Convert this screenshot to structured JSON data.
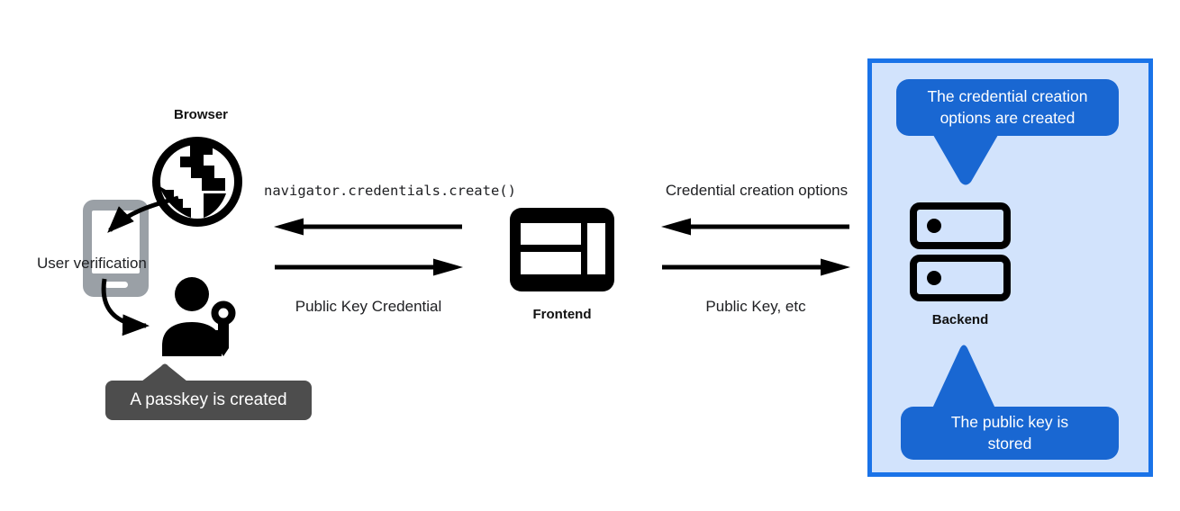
{
  "colors": {
    "icon_black": "#000000",
    "text": "#202124",
    "phone_gray": "#9aa0a6",
    "tooltip_gray": "#4d4d4d",
    "bubble_blue": "#1967d2",
    "panel_border_blue": "#1a73e8",
    "panel_bg_blue": "#d2e3fc"
  },
  "left": {
    "browser_label": "Browser",
    "user_verification_label": "User verification",
    "passkey_tooltip": "A passkey is created"
  },
  "center": {
    "frontend_label": "Frontend",
    "frontend_to_browser_arrow_label": "navigator.credentials.create()",
    "browser_to_frontend_arrow_label": "Public Key Credential"
  },
  "right": {
    "backend_label": "Backend",
    "backend_to_frontend_arrow_label": "Credential creation options",
    "frontend_to_backend_arrow_label": "Public Key, etc",
    "top_bubble": "The credential creation options are created",
    "bottom_bubble": "The public key is stored"
  }
}
